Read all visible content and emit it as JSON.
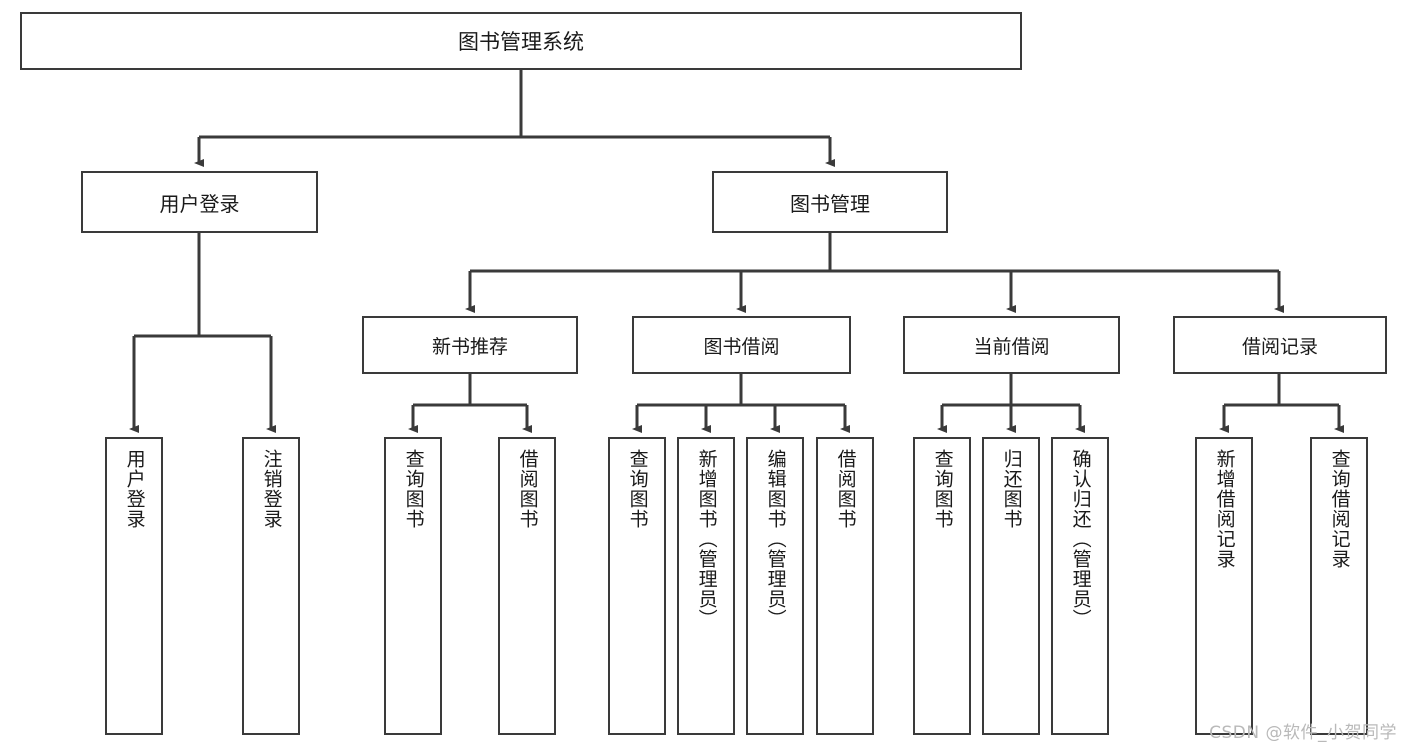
{
  "diagram": {
    "type": "tree",
    "title": "图书管理系统",
    "orientation": "top-down",
    "colors": {
      "background": "#ffffff",
      "box_border": "#3a3a3a",
      "box_fill": "#ffffff",
      "edge": "#3a3a3a",
      "text": "#1a1a1a",
      "watermark": "#b9b9b9"
    },
    "root": {
      "label": "图书管理系统"
    },
    "level1": [
      {
        "label": "用户登录"
      },
      {
        "label": "图书管理"
      }
    ],
    "level2": [
      {
        "label": "新书推荐"
      },
      {
        "label": "图书借阅"
      },
      {
        "label": "当前借阅"
      },
      {
        "label": "借阅记录"
      }
    ],
    "leaves": {
      "user_login": [
        {
          "label": "用户登录"
        },
        {
          "label": "注销登录"
        }
      ],
      "new_book_recommend": [
        {
          "label": "查询图书"
        },
        {
          "label": "借阅图书"
        }
      ],
      "book_borrow": [
        {
          "label": "查询图书"
        },
        {
          "label": "新增图书（管理员）"
        },
        {
          "label": "编辑图书（管理员）"
        },
        {
          "label": "借阅图书"
        }
      ],
      "current_borrow": [
        {
          "label": "查询图书"
        },
        {
          "label": "归还图书"
        },
        {
          "label": "确认归还（管理员）"
        }
      ],
      "borrow_record": [
        {
          "label": "新增借阅记录"
        },
        {
          "label": "查询借阅记录"
        }
      ]
    }
  },
  "watermark": {
    "text": "CSDN @软件_小贺同学"
  }
}
